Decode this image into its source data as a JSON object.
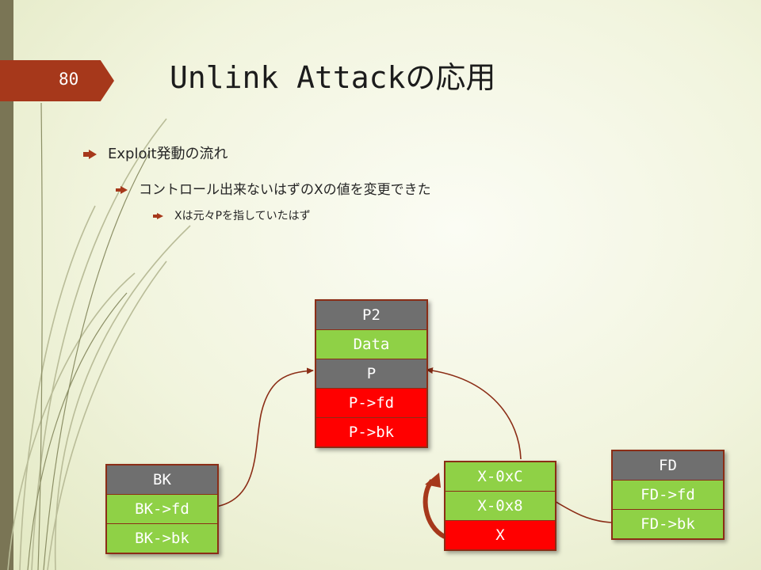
{
  "slide": {
    "number": "80",
    "title": "Unlink Attackの応用",
    "accent_color": "#a6381b"
  },
  "bullets": [
    {
      "text": "Exploit発動の流れ",
      "level": 1
    },
    {
      "text": "コントロール出来ないはずのXの値を変更できた",
      "level": 2
    },
    {
      "text": "Xは元々Pを指していたはず",
      "level": 3
    }
  ],
  "diagram": {
    "p2_chunk": [
      "P2",
      "Data",
      "P",
      "P->fd",
      "P->bk"
    ],
    "bk_chunk": [
      "BK",
      "BK->fd",
      "BK->bk"
    ],
    "x_chunk": [
      "X-0xC",
      "X-0x8",
      "X"
    ],
    "fd_chunk": [
      "FD",
      "FD->fd",
      "FD->bk"
    ],
    "colors": {
      "header": "#6f6f6f",
      "data": "#8fd146",
      "pointer": "#ff0000",
      "border": "#8b2d16"
    }
  }
}
